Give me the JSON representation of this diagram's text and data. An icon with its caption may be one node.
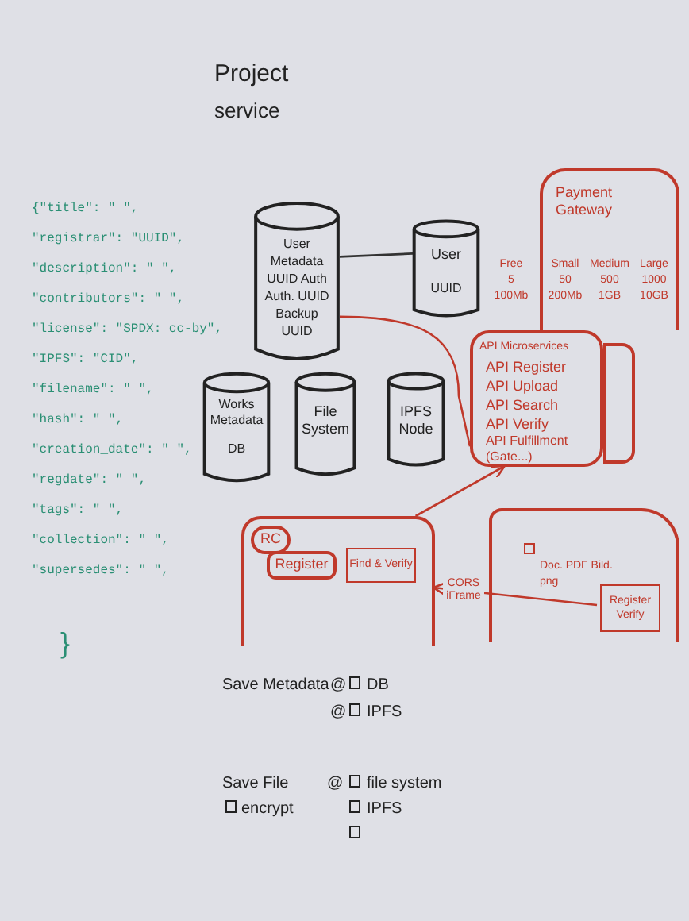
{
  "diagram": {
    "title": "Project",
    "nodes": [
      {
        "text": [
          "User Metadata UUID Auth Auth. UUID Backup UUID"
        ]
      },
      {
        "text": [
          "User",
          "UUID"
        ]
      },
      {
        "text": [
          "Payment Gateway"
        ]
      },
      {
        "text": [
          "Works Metadata",
          "DB"
        ]
      },
      {
        "text": [
          "File System"
        ]
      },
      {
        "text": [
          "IPFS Node"
        ]
      },
      {
        "text": [
          "API Microservices",
          "API Register",
          "API Upload",
          "API Search",
          "API Verify",
          "API Fulfillment (Gate...)"
        ]
      },
      {
        "text": [],
        "shape": "box"
      },
      {
        "text": [
          "RC"
        ]
      },
      {
        "text": [
          "Register"
        ],
        "in": 8
      },
      {
        "text": [
          "Find & Verify"
        ],
        "in": 8
      },
      {
        "text": [
          "Doc. PDF Bild. png"
        ]
      },
      {
        "text": [
          "Register Verify"
        ],
        "in": 11
      }
    ],
    "edges": [
      {
        "from": 0,
        "to": 1,
        "arrow": "none",
        "color": "#333333"
      },
      {
        "from": 0,
        "to": 6,
        "arrow": "none"
      },
      {
        "from": 8,
        "to": 6,
        "arrow": "to"
      },
      {
        "from": 12,
        "to": 8,
        "arrow": "to",
        "label": "CORS iFrame"
      }
    ],
    "labels": [
      "service",
      "{\"title\": \" \",",
      "\"registrar\": \"UUID\",",
      "\"description\": \" \",",
      "\"contributors\": \" \",",
      "\"license\": \"SPDX: cc-by\",",
      "\"IPFS\": \"CID\",",
      "\"filename\": \" \",",
      "\"hash\": \" \",",
      "\"creation_date\": \" \",",
      "\"regdate\": \" \",",
      "\"tags\": \" \",",
      "\"collection\": \" \",",
      "\"supersedes\": \" \",",
      "}",
      "Free",
      "Small",
      "Medium",
      "Large",
      "5",
      "50",
      "500",
      "1000",
      "100Mb",
      "200Mb",
      "1GB",
      "10GB",
      "Save Metadata",
      "@",
      "DB",
      "@",
      "IPFS",
      "Save File",
      "@",
      "file system",
      "encrypt",
      "IPFS"
    ]
  }
}
